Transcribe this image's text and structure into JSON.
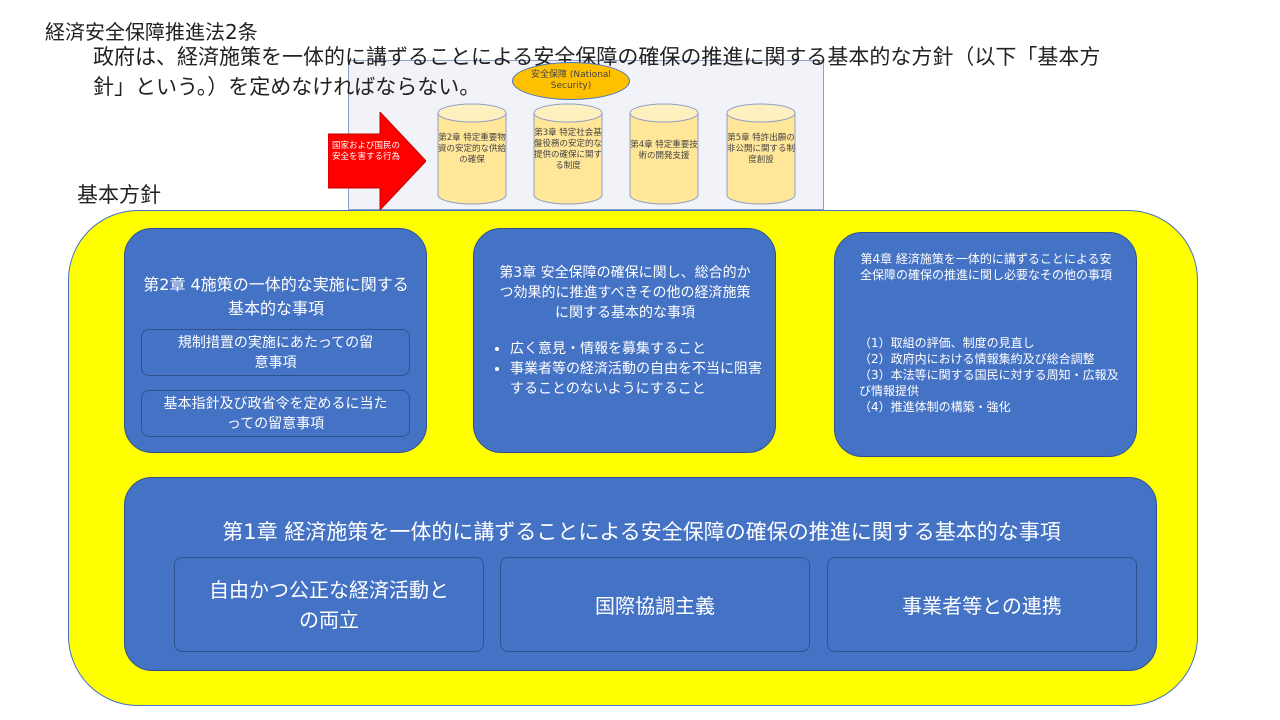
{
  "title": "経済安全保障推進法2条",
  "paragraph_line1": "政府は、経済施策を一体的に講ずることによる安全保障の確保の推進に関する基本的な方針（以下「基本方",
  "paragraph_line2": "針」という。）を定めなければならない。",
  "inset": {
    "national_security": "安全保障 (National Security)",
    "threat_arrow": "国家および国民の安全を害する行為",
    "pillars": [
      {
        "label": "第2章 特定重要物資の安定的な供給の確保"
      },
      {
        "label": "第3章 特定社会基盤役務の安定的な提供の確保に関する制度"
      },
      {
        "label": "第4章 特定重要技術の開発支援"
      },
      {
        "label": "第5章 特許出願の非公開に関する制度創設"
      }
    ]
  },
  "basic_policy_label": "基本方針",
  "box_ch2": {
    "title": "第2章 4施策の一体的な実施に関する基本的な事項",
    "items": [
      "規制措置の実施にあたっての留意事項",
      "基本指針及び政省令を定めるに当たっての留意事項"
    ]
  },
  "box_ch3": {
    "title": "第3章 安全保障の確保に関し、総合的かつ効果的に推進すべきその他の経済施策に関する基本的な事項",
    "bullets": [
      "広く意見・情報を募集すること",
      "事業者等の経済活動の自由を不当に阻害することのないようにすること"
    ]
  },
  "box_ch4": {
    "title": "第4章 経済施策を一体的に講ずることによる安全保障の確保の推進に関し必要なその他の事項",
    "items": [
      "（1）取組の評価、制度の見直し",
      "（2）政府内における情報集約及び総合調整",
      "（3）本法等に関する国民に対する周知・広報及び情報提供",
      "（4）推進体制の構築・強化"
    ]
  },
  "box_ch1": {
    "title": "第1章 経済施策を一体的に講ずることによる安全保障の確保の推進に関する基本的な事項",
    "items": [
      "自由かつ公正な経済活動との両立",
      "国際協調主義",
      "事業者等との連携"
    ]
  },
  "colors": {
    "blue": "#4472c4",
    "yellow": "#ffff00",
    "red": "#ff0000",
    "gold": "#ffc000",
    "cylinder": "#ffe699"
  }
}
